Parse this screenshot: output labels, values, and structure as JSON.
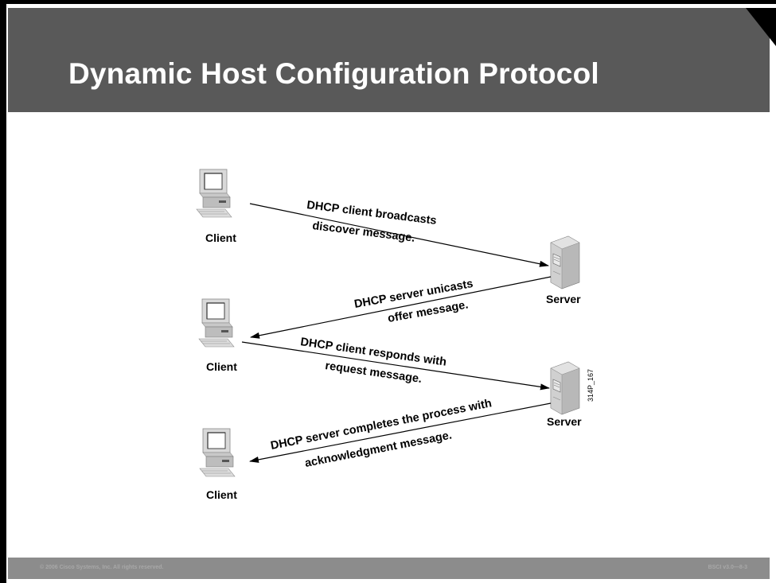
{
  "slide": {
    "title": "Dynamic Host Configuration Protocol",
    "footer_left": "© 2006 Cisco Systems, Inc. All rights reserved.",
    "footer_right": "BSCI v3.0—8-3"
  },
  "diagram": {
    "client_label": "Client",
    "server_label": "Server",
    "figure_code": "314P_167",
    "messages": [
      {
        "line1": "DHCP client broadcasts",
        "line2": "discover message."
      },
      {
        "line1": "DHCP server unicasts",
        "line2": "offer message."
      },
      {
        "line1": "DHCP client responds with",
        "line2": "request message."
      },
      {
        "line1": "DHCP server completes the process with",
        "line2": "acknowledgment message."
      }
    ]
  },
  "colors": {
    "header_bg": "#595959",
    "footer_bg": "#8c8c8c",
    "title_text": "#ffffff"
  },
  "icons": [
    "client-computer-icon",
    "server-icon",
    "arrow-head-icon"
  ]
}
